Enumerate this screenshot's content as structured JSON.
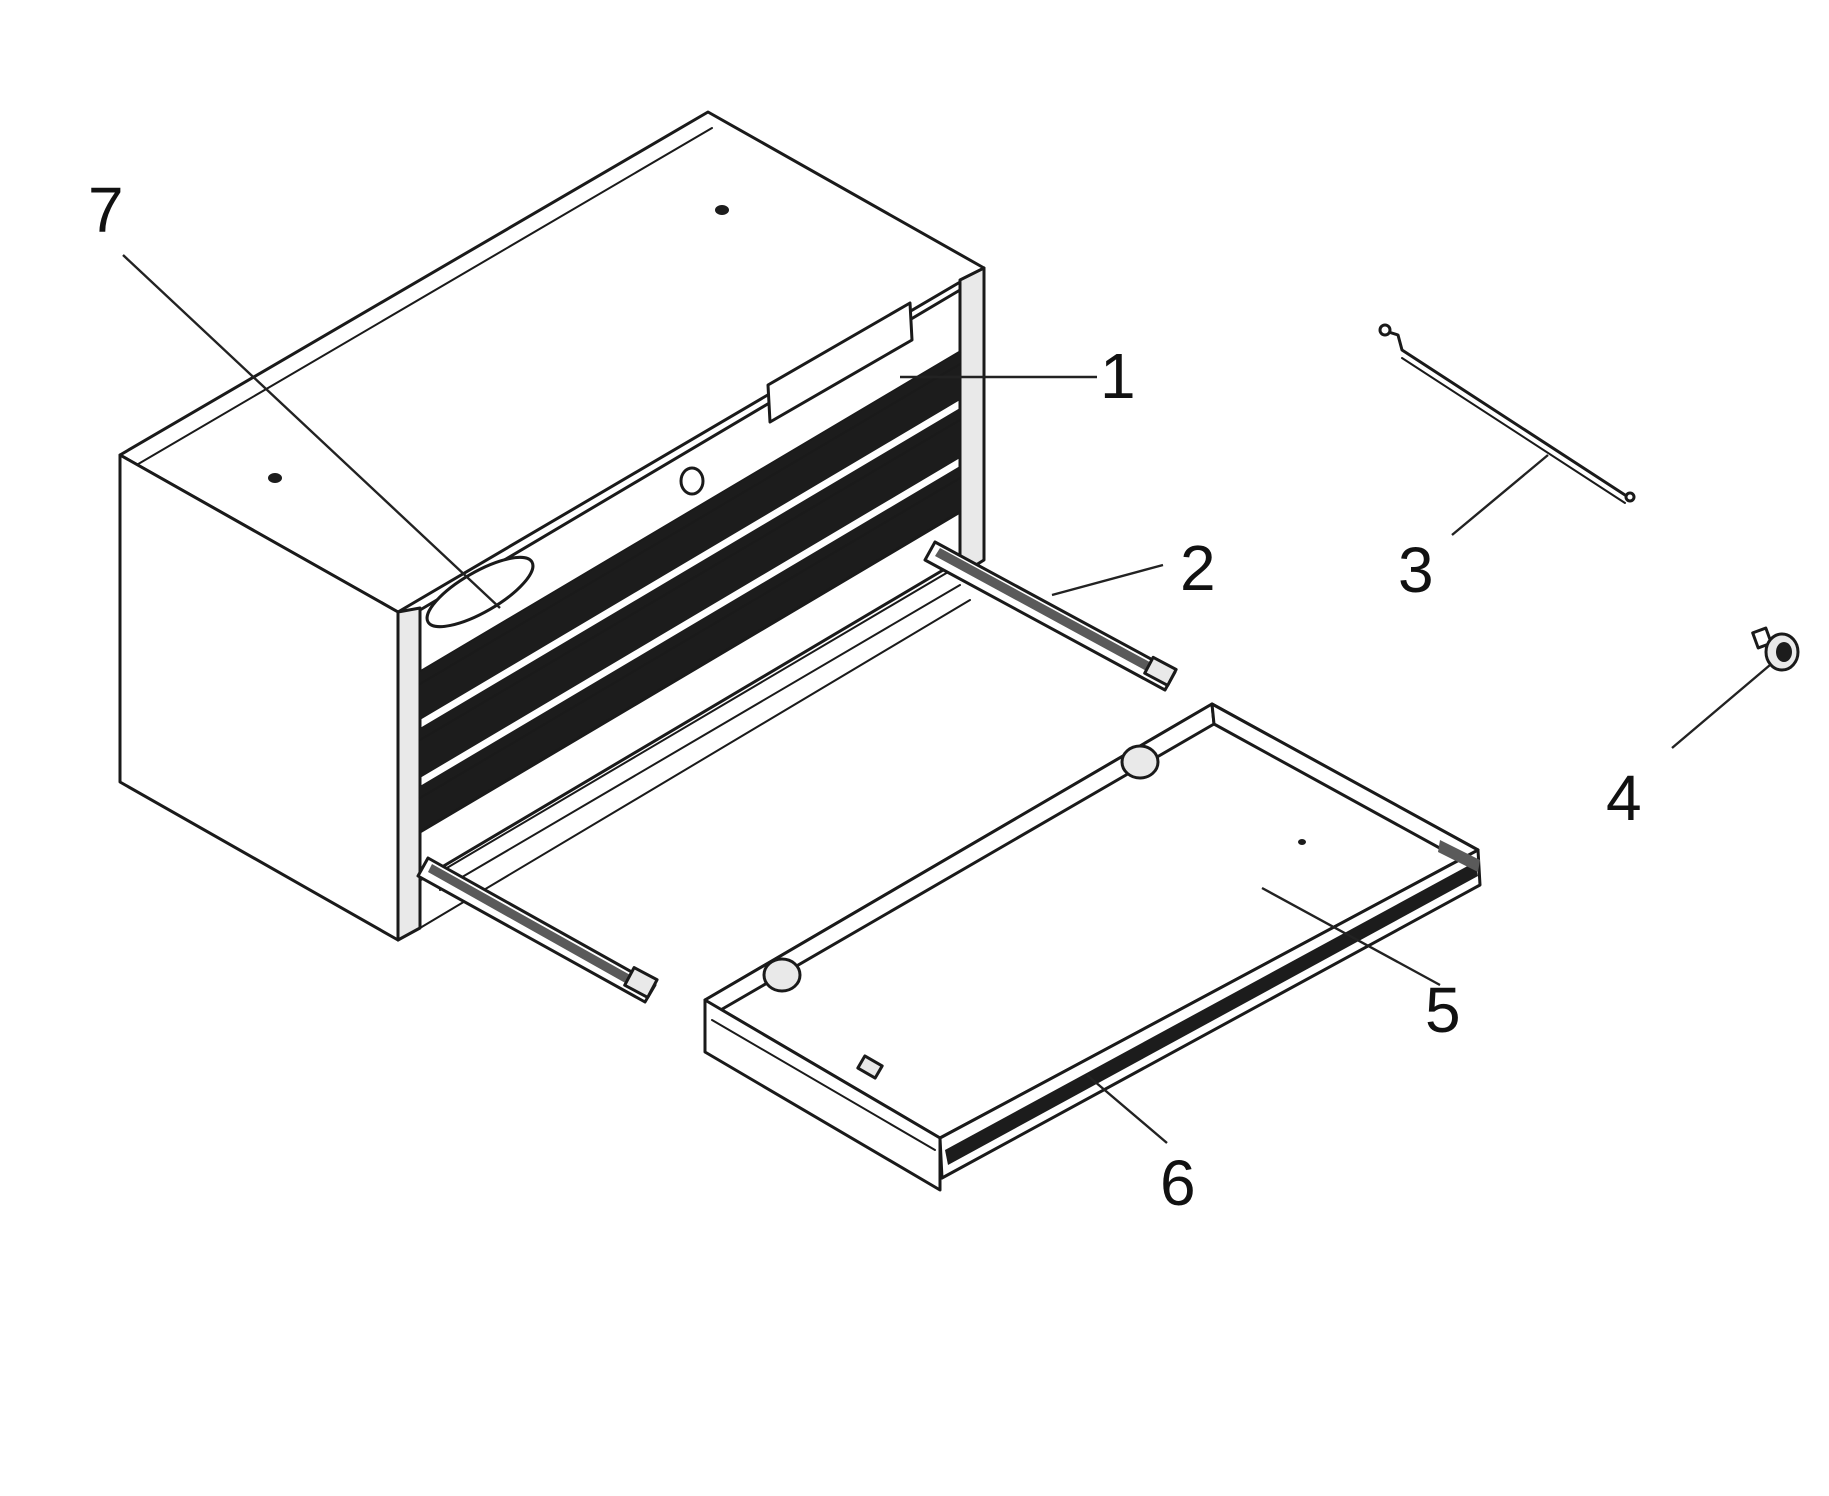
{
  "labels": {
    "part_1": "1",
    "part_2": "2",
    "part_3": "3",
    "part_4": "4",
    "part_5": "5",
    "part_6": "6",
    "part_7": "7"
  },
  "colors": {
    "line": "#1a1a1a",
    "background": "#ffffff"
  }
}
